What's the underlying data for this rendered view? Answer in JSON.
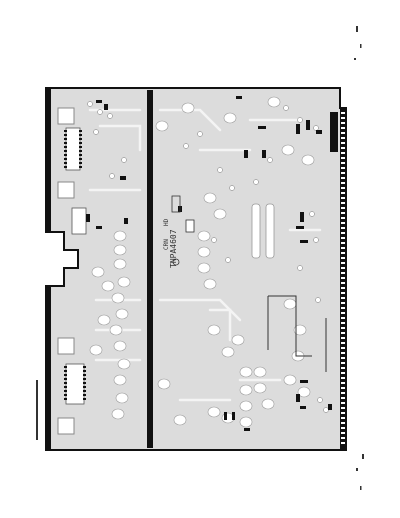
{
  "board": {
    "silkscreen": {
      "part_number": "TNPA4607",
      "label_crn": "CRN",
      "label_hd": "HD"
    }
  },
  "colors": {
    "background": "#ffffff",
    "board_fill": "#dcdcdc",
    "board_edge": "#111111",
    "pad": "#ffffff",
    "trace": "#f4f4f4",
    "dark_part": "#111111"
  }
}
